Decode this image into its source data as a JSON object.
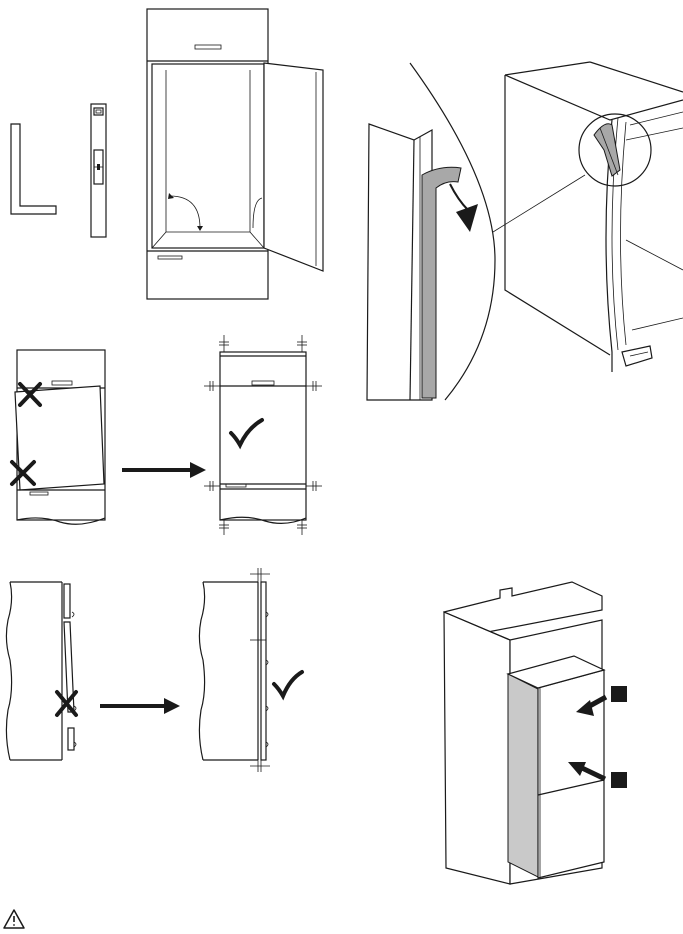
{
  "figure": {
    "panels": [
      {
        "id": "tools-and-cabinet",
        "icons": [
          "square-tool-icon",
          "spirit-level-icon",
          "cabinet-icon"
        ]
      },
      {
        "id": "door-seal",
        "icons": [
          "door-seal-icon",
          "magnifier-circle-icon"
        ]
      },
      {
        "id": "alignment-front",
        "icons": [
          "cross-icon",
          "check-icon",
          "arrow-right-icon"
        ]
      },
      {
        "id": "alignment-side",
        "icons": [
          "cross-icon",
          "check-icon",
          "arrow-right-icon"
        ]
      },
      {
        "id": "appliance-insertion",
        "icons": [
          "arrow-icon",
          "marker-square-icon"
        ]
      }
    ],
    "footer_icon": "warning-triangle-icon"
  },
  "colors": {
    "line": "#1a1a1a",
    "seal_grey": "#a8a8a8",
    "panel_grey": "#c9c9c9"
  }
}
